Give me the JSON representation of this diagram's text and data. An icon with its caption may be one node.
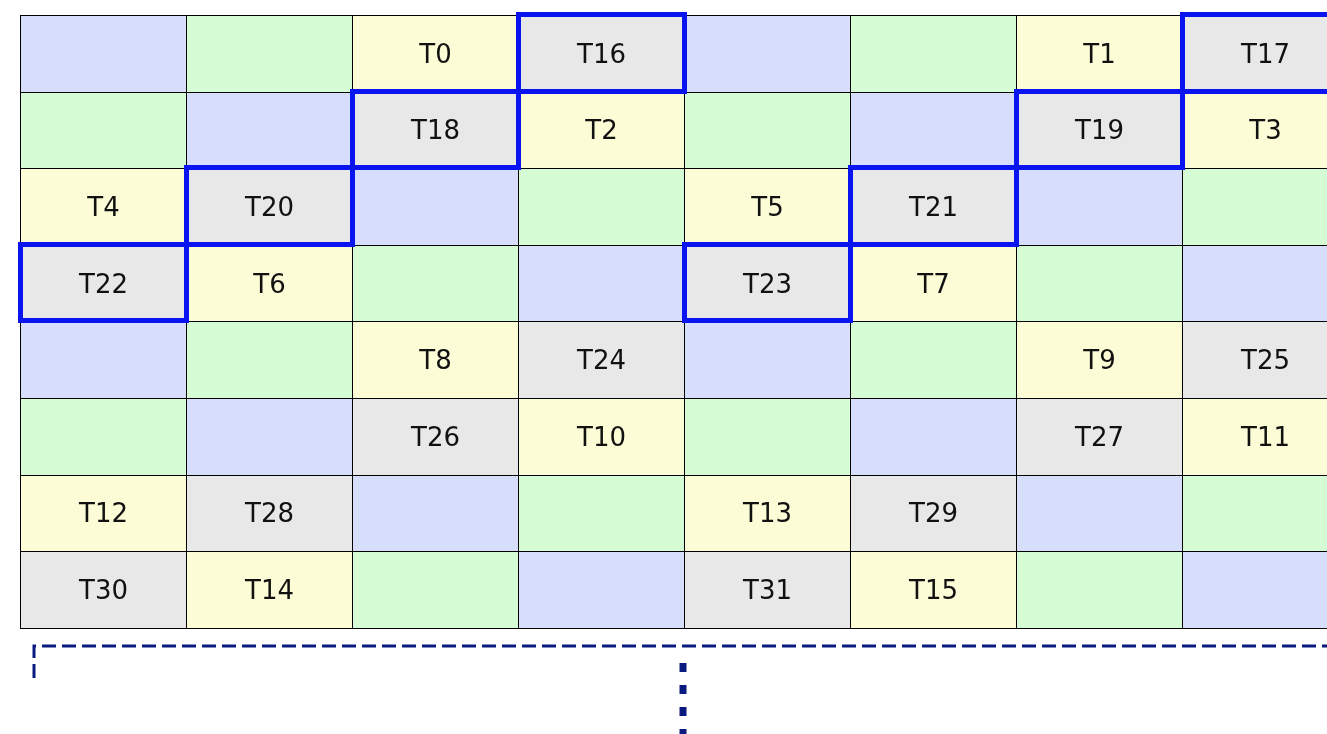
{
  "diagram": {
    "labels": [
      "T0",
      "T16",
      "T1",
      "T17",
      "T18",
      "T2",
      "T19",
      "T3",
      "T4",
      "T20",
      "T5",
      "T21",
      "T22",
      "T6",
      "T23",
      "T7",
      "T8",
      "T24",
      "T9",
      "T25",
      "T26",
      "T10",
      "T27",
      "T11",
      "T12",
      "T28",
      "T13",
      "T29",
      "T30",
      "T14",
      "T31",
      "T15"
    ]
  }
}
